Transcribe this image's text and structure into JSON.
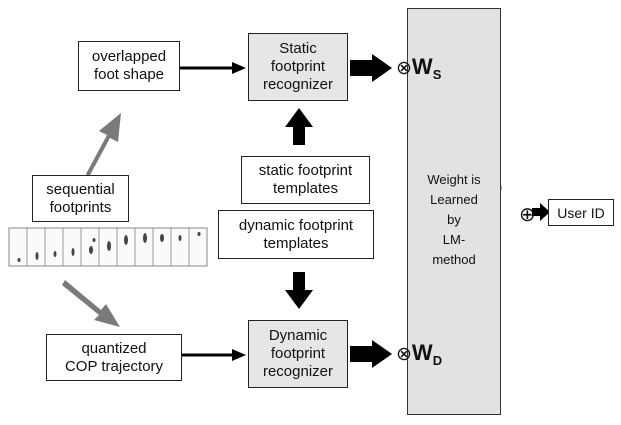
{
  "boxes": {
    "overlapped_foot_shape": "overlapped\nfoot shape",
    "sequential_footprints": "sequential\nfootprints",
    "quantized_cop": "quantized\nCOP trajectory",
    "static_recognizer": "Static\nfootprint\nrecognizer",
    "dynamic_recognizer": "Dynamic\nfootprint\nrecognizer",
    "static_templates": "static footprint\ntemplates",
    "dynamic_templates": "dynamic footprint\ntemplates",
    "user_id": "User ID"
  },
  "panel_text": "Weight is\nLearned\nby\nLM-\nmethod",
  "weights": {
    "ws_symbol": "⊗",
    "ws_main": "W",
    "ws_sub": "S",
    "wd_symbol": "⊗",
    "wd_main": "W",
    "wd_sub": "D"
  },
  "combine_symbol": "⊕"
}
